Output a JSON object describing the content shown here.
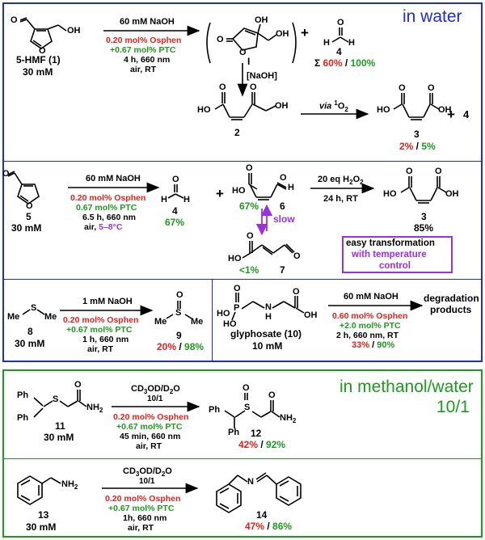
{
  "panel_water": {
    "label": "in water"
  },
  "panel_methanol": {
    "label_line1": "in methanol/water",
    "label_line2": "10/1"
  },
  "r1": {
    "sub_name": "5-HMF (1)",
    "sub_conc": "30 mM",
    "above": "60 mM NaOH",
    "cat_osphen": "0.20 mol% Osphen",
    "cat_ptc": "+0.67 mol% PTC",
    "cond1": "4 h, 660 nm",
    "cond2": "air, RT",
    "roman": "I",
    "plus": "+",
    "p4_label": "4",
    "sigma": "Σ",
    "y_red": "60%",
    "slash": "/",
    "y_grn": "100%",
    "naoh": "[NaOH]",
    "p2_label": "2",
    "via": "via",
    "singlet": "1",
    "o2": "O",
    "o2sub": "2",
    "p3_label": "3",
    "plus4": "+",
    "four": "4",
    "y3_red": "2%",
    "y3_grn": "5%"
  },
  "r2": {
    "sub_label": "5",
    "sub_conc": "30 mM",
    "above": "60 mM NaOH",
    "cat_osphen": "0.20 mol% Osphen",
    "cat_ptc": "0.67 mol% PTC",
    "cond1": "6.5 h, 660 nm",
    "cond2_a": "air,",
    "cond2_b": "5–8°C",
    "p4_label": "4",
    "p4_yield": "67%",
    "plus": "+",
    "p6_yield": "67%",
    "p6_label": "6",
    "slow": "slow",
    "p7_yield": "<1%",
    "p7_label": "7",
    "above2": "20 eq H",
    "above2_sub": "2",
    "above2_b": "O",
    "above2_sub2": "2",
    "below2": "24 h, RT",
    "p3_label": "3",
    "p3_yield": "85%",
    "note1": "easy transformation",
    "note2": "with temperature",
    "note3": "control"
  },
  "r3": {
    "me1": "Me",
    "s": "S",
    "me2": "Me",
    "sub_label": "8",
    "sub_conc": "30 mM",
    "above": "1 mM NaOH",
    "cat_osphen": "0.20 mol% Osphen",
    "cat_ptc": "+0.67 mol% PTC",
    "cond1": "1 h, 660 nm",
    "cond2": "air, RT",
    "o": "O",
    "pme1": "Me",
    "ps": "S",
    "pme2": "Me",
    "p_label": "9",
    "y_red": "20%",
    "y_grn": "98%"
  },
  "r4": {
    "p": "P",
    "o": "O",
    "ho1": "HO",
    "ho2": "HO",
    "n": "N",
    "h": "H",
    "oh": "OH",
    "o2": "O",
    "sub_name": "glyphosate (10)",
    "sub_conc": "10 mM",
    "above": "60 mM NaOH",
    "cat_osphen": "0.60 mol% Osphen",
    "cat_ptc": "+2.0 mol% PTC",
    "cond1": "2 h, 660 nm, RT",
    "y_red": "33%",
    "y_grn": "90%",
    "prod1": "degradation",
    "prod2": "products"
  },
  "r5": {
    "ph1": "Ph",
    "ph2": "Ph",
    "s": "S",
    "o": "O",
    "nh2": "NH",
    "nh2sub": "2",
    "sub_label": "11",
    "sub_conc": "30 mM",
    "above1": "CD",
    "above1_sub": "3",
    "above1_b": "OD/D",
    "above1_sub2": "2",
    "above1_c": "O",
    "above2": "10/1",
    "cat_osphen": "0.20 mol% Osphen",
    "cat_ptc": "+0.67 mol% PTC",
    "cond1": "45 min, 660 nm",
    "cond2": "air, RT",
    "pph1": "Ph",
    "pph2": "Ph",
    "ps": "S",
    "po": "O",
    "po2": "O",
    "pnh2": "NH",
    "pnh2sub": "2",
    "p_label": "12",
    "y_red": "42%",
    "y_grn": "92%"
  },
  "r6": {
    "nh2": "NH",
    "nh2sub": "2",
    "sub_label": "13",
    "sub_conc": "30 mM",
    "above1": "CD",
    "above1_sub": "3",
    "above1_b": "OD/D",
    "above1_sub2": "2",
    "above1_c": "O",
    "above2": "10/1",
    "cat_osphen": "0.20 mol% Osphen",
    "cat_ptc": "+0.67 mol% PTC",
    "cond1": "1h, 660 nm",
    "cond2": "air, RT",
    "n": "N",
    "p_label": "14",
    "y_red": "47%",
    "y_grn": "86%"
  },
  "colors": {
    "blue_frame": "#1f2bd6",
    "green_frame": "#1e9a1e",
    "red": "#e8211b",
    "green": "#1e9a1e",
    "purple": "#9b30e0"
  }
}
